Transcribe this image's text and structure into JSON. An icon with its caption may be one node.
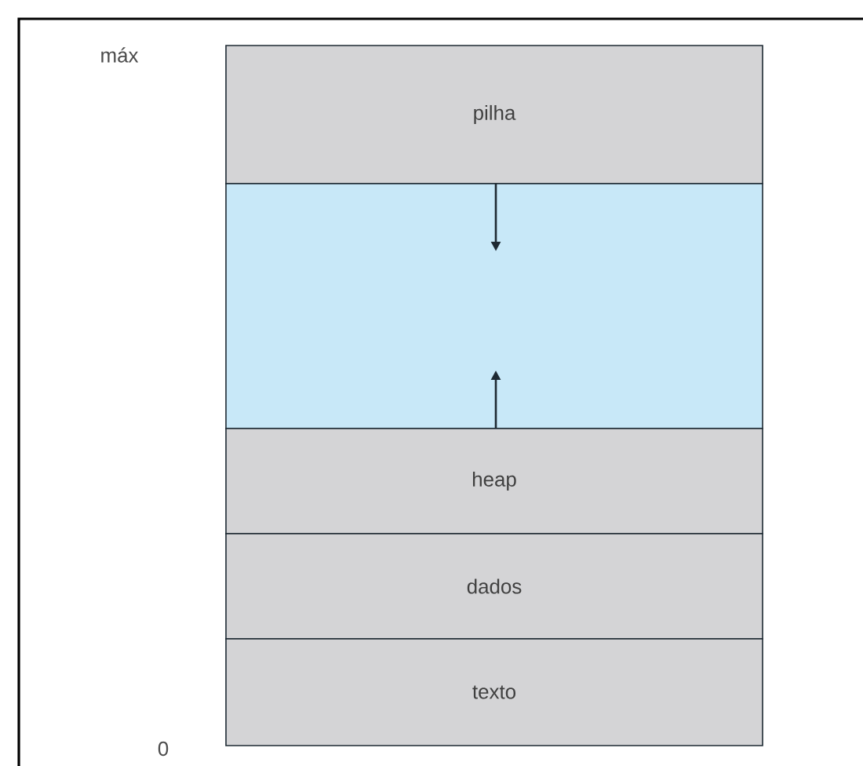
{
  "diagram": {
    "nodes": [
      {
        "text": [
          "pilha"
        ]
      },
      {
        "text": [],
        "shape": "box"
      },
      {
        "text": [
          "heap"
        ]
      },
      {
        "text": [
          "dados"
        ]
      },
      {
        "text": [
          "texto"
        ]
      }
    ],
    "edges": [
      {
        "from": 0,
        "to": 1,
        "arrow": "to"
      },
      {
        "from": 2,
        "to": 1,
        "arrow": "to"
      }
    ],
    "labels": [
      "máx",
      "0"
    ]
  }
}
